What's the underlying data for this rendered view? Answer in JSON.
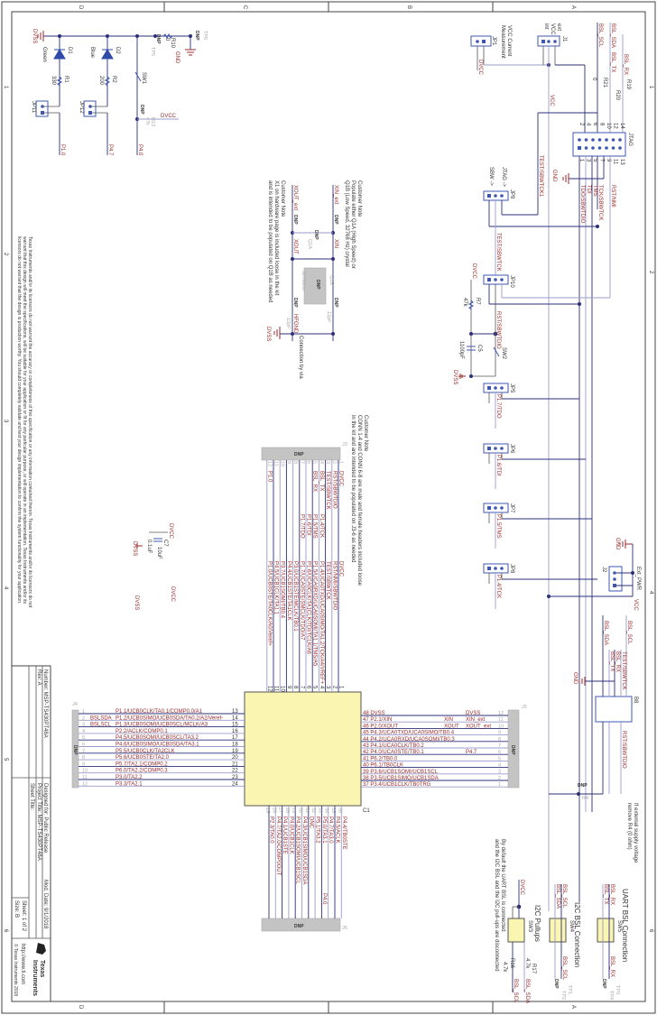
{
  "colors": {
    "wire": "#2b2f7a",
    "wire_light": "#9a9ccc",
    "net_label": "#9a2a2a",
    "chip_fill": "#fbf5b2",
    "header_fill": "#c4c4c4",
    "pin": "#3f57b0"
  },
  "zones": {
    "columns": [
      "D",
      "C",
      "B",
      "A"
    ],
    "rows": [
      "1",
      "2",
      "3",
      "4",
      "5",
      "6"
    ]
  },
  "disclaimer": [
    "Texas Instruments and/or its licensors do not warrant the accuracy or completeness of this specification or any information contained therein. Texas Instruments and/or its licensors do not",
    "warrant that this design will meet the specifications, will be suitable for your application or fit for any particular purpose, or will operate in an implementation. Texas Instruments and/or its",
    "licensors do not warrant that the design is production worthy. You should completely validate and test your design implementation to confirm the system functionality for your application."
  ],
  "title_block": {
    "designed_for": "Designed for: Public Release",
    "project_title": "Project Title: MSP-TS430PT48A",
    "mod_date": "Mod. Date: 9/1/2018",
    "sheet": "Sheet: 1 of 2",
    "size": "Size: B",
    "rev": "Rev: A",
    "sheet_title": "Sheet Title:",
    "number": "Number: MSP-TS430PT48A",
    "url": "http://www.ti.com",
    "copyright": "© Texas Instruments 2018",
    "logo_line1": "Texas",
    "logo_line2": "Instruments"
  },
  "led_section": {
    "dvss": "DVSS",
    "gnd": "GND",
    "dvcc": "DVCC",
    "d1": "D1",
    "d1_color": "Green",
    "d2": "D2",
    "d2_color": "Blue",
    "r1": "R1",
    "r1_val": "330",
    "r2": "R2",
    "r2_val": "200",
    "jp11": "JP11",
    "jp12": "JP12",
    "sw1": "SW1",
    "r10": "R10",
    "r10_val": "0",
    "r13": "R13",
    "r13_val": "47k",
    "tp5": "TP5",
    "tp6": "TP6",
    "dnp": "DNP",
    "p10": "P1.0",
    "p47": "P4.7",
    "p40": "P4.0"
  },
  "power_section": {
    "jp1": "JP1",
    "jp1_note": [
      "VCC Current",
      "Measurement"
    ],
    "j1": "J1",
    "j1_ext": "ext",
    "j1_vcc": "VCC",
    "j1_int": "int",
    "dvcc": "DVCC",
    "vcc": "VCC",
    "bsl_scl": "BSL_SCL",
    "bsl_sda": "BSL_SDA",
    "bsl_tx": "BSL_TX",
    "bsl_rx": "BSL_RX",
    "r19": "R19",
    "r20": "R20",
    "r21": "R21",
    "r_val": "0",
    "jtag": "JTAG",
    "jtag_odd": [
      "1",
      "3",
      "5",
      "7",
      "9",
      "11",
      "13"
    ],
    "jtag_even": [
      "2",
      "4",
      "6",
      "8",
      "10",
      "12",
      "14"
    ]
  },
  "jtag_section": {
    "jp9": "JP9",
    "jtag_arrow": "JTAG ->",
    "sbw_arrow": "SBW ->",
    "test_sbwtck1": "TEST/SBWTCK1",
    "test_sbwtck": "TEST/SBWTCK",
    "gnd": "GND",
    "tdo_sbwtdio": "TDO/SBWTDIO",
    "tdi": "TDI",
    "tms": "TMS",
    "tck_sbwtck": "TCK/SBWTCK",
    "rst_nmi": "RST/NMI",
    "jp10": "JP10",
    "dvcc": "DVCC",
    "r7": "R7",
    "r7_val": "47k",
    "c5": "C5",
    "c5_val": "1100pF",
    "sw2": "SW2",
    "dvss": "DVSS",
    "rst_sbwtdio": "RST/SBWTDIO",
    "jp5": "JP5",
    "p17": "P1.7/TDO",
    "jp6": "JP6",
    "p16": "P1.6/TDI",
    "jp7": "JP7",
    "p15": "P1.5/TMS",
    "jp8": "JP8",
    "p14": "P1.4/TCK",
    "j2": "J2",
    "ext_pwr": "Ext_PWR",
    "vcc": "VCC"
  },
  "bsl_header": {
    "bsl_sda": "BSL_SDA",
    "bsl_scl": "BSL_SCL",
    "bsl_rx": "BSL_RX",
    "bsl_tx": "BSL_TX",
    "test": "TEST/SBWTCK",
    "rst": "RST/SBWTDIO",
    "gnd": "GND",
    "name": "B8",
    "note": [
      "If external supply voltage",
      "remove R4 (0 ohm)"
    ],
    "dnp": "DNP",
    "r4": "R4"
  },
  "bsl_switches": {
    "uart_title": "UART BSL Connection",
    "i2c_title": "I2C BSL Connection",
    "pullups_title": "I2C Pullups",
    "sw5": "SW5",
    "sw4": "SW4",
    "sw3": "SW3",
    "bsl_rx": "BSL_RX",
    "bsl_tx": "BSL_TX",
    "bsl_scl": "BSL_SCL",
    "bsl_sda": "BSL_SDA",
    "dvcc": "DVCC",
    "r16": "R16",
    "r17": "R17",
    "r_val": "4.7k",
    "tp1": "TP1",
    "tp2": "TP2",
    "tp3": "TP3",
    "tp4": "TP4",
    "dnp": "DNP",
    "note": [
      "By default the UART BSL is connected",
      "and the I2C BSL and the I2C pull-ups are disconnected"
    ]
  },
  "crystal": {
    "note1": [
      "Customer Note",
      "Populate either Q1A (High Speed) or",
      "Q1B (Low Speed, 32768 Hz) crystal"
    ],
    "note2": [
      "Customer Note",
      "X1 on hardware page is included loose in the kit",
      "and is intended to be populated on Q1B as needed"
    ],
    "xin_ext": "XIN_ext",
    "xout_ext": "XOUT_ext",
    "xin": "XIN",
    "xout": "XOUT",
    "r9": "R9",
    "r8": "R8",
    "r_val": "0",
    "q1a": "Q1A",
    "q1b": "Q1B",
    "freq": "32768Hz",
    "c8": "C8",
    "c9": "C9",
    "c_val": "12pF",
    "dnp": "DNP",
    "dvss": "DVSS",
    "gnd_note": "Connection by via",
    "hfgnd": "HFGND"
  },
  "decoupling": {
    "dvcc": "DVCC",
    "dvss": "DVSS",
    "c6": "C6",
    "c6_val": "0.1uF",
    "c7": "C7",
    "c7_val": "10uF",
    "dvcc2": "DVCC",
    "dvss2": "DVSS"
  },
  "header_note": [
    "Customer Note",
    "CONN 1-4 and CONN 6-8 are male and female headers included loose",
    "in the kit and are intended to be populated on J3-6 as needed"
  ],
  "mcu": {
    "ref": "C1",
    "j3": "J3",
    "j4": "J4",
    "j5": "J5",
    "j6": "J6",
    "dnp": "DNP",
    "left_pins": [
      {
        "num": "13",
        "name": "P1.1/UCB0CLK/TA0.1/COMP0.0/A1",
        "net": ""
      },
      {
        "num": "14",
        "name": "P1.2/UCB0SIMO/UCB0SDA/TA0.2/A2/Veref-",
        "net": "BSLSDA"
      },
      {
        "num": "15",
        "name": "P1.3/UCB0SOMI/UCB0SCL/MCLK/A3",
        "net": "BSLSCL"
      },
      {
        "num": "16",
        "name": "P2.2/ACLK/COMP0.1",
        "net": ""
      },
      {
        "num": "17",
        "name": "P4.5/UCB0SOMI/UCB0SCL/TA3.2",
        "net": ""
      },
      {
        "num": "18",
        "name": "P4.6/UCB0SIMO/UCB0SDA/TA3.1",
        "net": ""
      },
      {
        "num": "19",
        "name": "P5.5/UCB0CLK/TA2CLK",
        "net": ""
      },
      {
        "num": "20",
        "name": "P5.6/UCB0STE/TA2.0",
        "net": ""
      },
      {
        "num": "21",
        "name": "P5.7/TA2.1/COMP0.2",
        "net": ""
      },
      {
        "num": "22",
        "name": "P6.0/TA2.2/COMP0.3",
        "net": ""
      },
      {
        "num": "23",
        "name": "P3.0/TA2.2",
        "net": ""
      },
      {
        "num": "24",
        "name": "P3.3/TA2.1",
        "net": ""
      }
    ],
    "right_pins": [
      {
        "num": "48",
        "name": "DVSS",
        "inner": "",
        "net": "DVSS"
      },
      {
        "num": "47",
        "name": "P2.1/XIN",
        "inner": "XIN",
        "net": "XIN_ext"
      },
      {
        "num": "46",
        "name": "P2.0/XOUT",
        "inner": "XOUT",
        "net": "XOUT_ext"
      },
      {
        "num": "45",
        "name": "P4.3/UCA0TXD/UCA0SIMO/TB0.4",
        "inner": "",
        "net": ""
      },
      {
        "num": "44",
        "name": "P4.2/UCA0RXD/UCA0SOMI/TB0.3",
        "inner": "",
        "net": ""
      },
      {
        "num": "43",
        "name": "P4.1/UCA0CLK/TB0.2",
        "inner": "",
        "net": ""
      },
      {
        "num": "42",
        "name": "P4.0/UCA0STE/TB0.1",
        "inner": "",
        "net": "P4.7"
      },
      {
        "num": "41",
        "name": "P6.2/TB0.0",
        "inner": "",
        "net": ""
      },
      {
        "num": "40",
        "name": "P6.1/TB0CLK",
        "inner": "",
        "net": ""
      },
      {
        "num": "39",
        "name": "P3.6/UCB1SOMI/UCB1SCL",
        "inner": "",
        "net": ""
      },
      {
        "num": "38",
        "name": "P3.5/UCB1SIMO/UCB1SDA",
        "inner": "",
        "net": ""
      },
      {
        "num": "37",
        "name": "P3.4/UCB1CLK/TB0TRG",
        "inner": "",
        "net": ""
      }
    ],
    "top_pins": [
      {
        "num": "1",
        "name": "DVCC",
        "net": "DVCC",
        "jtag": ""
      },
      {
        "num": "2",
        "name": "RST/NMI/SBWTDIO",
        "net": "RST/SBWTDIO",
        "jtag": ""
      },
      {
        "num": "3",
        "name": "TEST/SBWTCK",
        "net": "TEST/SBWTCK",
        "jtag": ""
      },
      {
        "num": "4",
        "name": "P1.4/UCA0TXD/UCA0SIMO/TA1.2/TCK/A4/VREF+",
        "net": "BSL_TX",
        "jtag": "P1.4/TCK"
      },
      {
        "num": "5",
        "name": "P1.5/UCA0RXD/UCA0SOMI/TA1.1/TMS/A5",
        "net": "BSL_RX",
        "jtag": "P1.5/TMS"
      },
      {
        "num": "6",
        "name": "P1.6/UCA0CLK/TA1CLK/TDI/TCLK/A6",
        "net": "",
        "jtag": "P1.6/TDI"
      },
      {
        "num": "7",
        "name": "P1.7/UCA0STE/SMCLK/TDO/A7",
        "net": "",
        "jtag": "P1.7/TDO"
      },
      {
        "num": "8",
        "name": "P3.0/UCB1STE/MCLK/TB0.1",
        "net": "",
        "jtag": ""
      },
      {
        "num": "9",
        "name": "P4.4/UCB1STE/TA1CLK",
        "net": "",
        "jtag": ""
      },
      {
        "num": "10",
        "name": "P3.7/UCB1SOMI/TB0.4",
        "net": "",
        "jtag": ""
      },
      {
        "num": "11",
        "name": "P4.5/UCB1CLK/TA1.1",
        "net": "",
        "jtag": ""
      },
      {
        "num": "12",
        "name": "P1.0/UCB0STE/TA0CLK/A0/Veref+",
        "net": "P1.0",
        "jtag": ""
      }
    ],
    "bottom_pins": [
      {
        "num": "25",
        "name": "P2.3/TA0.0",
        "net": ""
      },
      {
        "num": "26",
        "name": "P4.7/TA2.0/COMP0OUT",
        "net": ""
      },
      {
        "num": "27",
        "name": "P4.1/UCB1STE",
        "net": ""
      },
      {
        "num": "28",
        "name": "P4.0/UCB1CLK",
        "net": ""
      },
      {
        "num": "29",
        "name": "P4.2/UCB1SOMI/UCB1SCL",
        "net": ""
      },
      {
        "num": "30",
        "name": "P4.3/UCB1SIMO/UCB1SDA",
        "net": ""
      },
      {
        "num": "31",
        "name": "DNC",
        "net": ""
      },
      {
        "num": "32",
        "name": "P5.1/TA3.2",
        "net": ""
      },
      {
        "num": "33",
        "name": "P5.0/TA3.1",
        "net": "P4.0"
      },
      {
        "num": "34",
        "name": "P4.7/TA3.0",
        "net": ""
      },
      {
        "num": "35",
        "name": "P4.5/ACLK",
        "net": ""
      },
      {
        "num": "36",
        "name": "P4.4/TB0STE",
        "net": ""
      }
    ]
  }
}
